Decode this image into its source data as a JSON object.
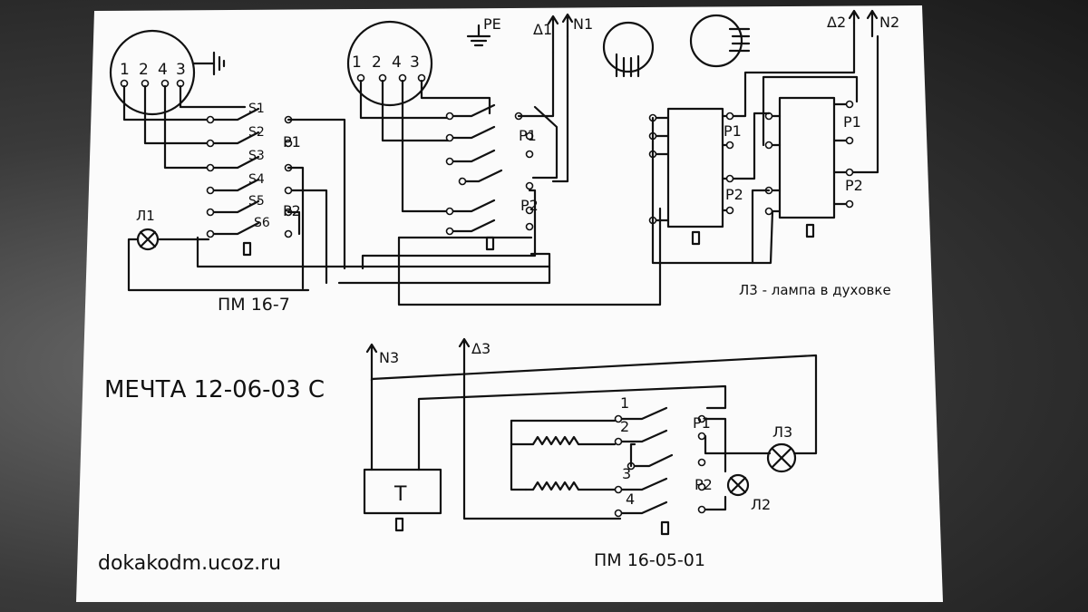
{
  "title": "МЕЧТА 12-06-03 С",
  "website": "dokakodm.ucoz.ru",
  "legend": "Л3 - лампа в духовке",
  "sections": {
    "left": {
      "connector_pins": [
        "1",
        "2",
        "4",
        "3"
      ],
      "switch_labels": [
        "S1",
        "S2",
        "S3",
        "S4",
        "S5",
        "S6"
      ],
      "group_labels": [
        "P1",
        "P2"
      ],
      "lamp_label": "Л1",
      "model": "ПМ 16-7"
    },
    "middle": {
      "connector_pins": [
        "1",
        "2",
        "4",
        "3"
      ],
      "group_labels": [
        "P1",
        "P2"
      ],
      "ground_label": "PE",
      "power_labels": [
        "Δ1",
        "N1"
      ]
    },
    "right": {
      "group_labels": [
        "P1",
        "P2",
        "P1",
        "P2"
      ],
      "power_labels": [
        "Δ2",
        "N2"
      ]
    },
    "bottom": {
      "power_labels": [
        "N3",
        "Δ3"
      ],
      "thermostat_label": "T",
      "switch_numbers": [
        "1",
        "2",
        "3",
        "4"
      ],
      "group_labels": [
        "P1",
        "P2"
      ],
      "lamp_labels": [
        "Л3",
        "Л2"
      ],
      "model": "ПМ 16-05-01"
    }
  }
}
